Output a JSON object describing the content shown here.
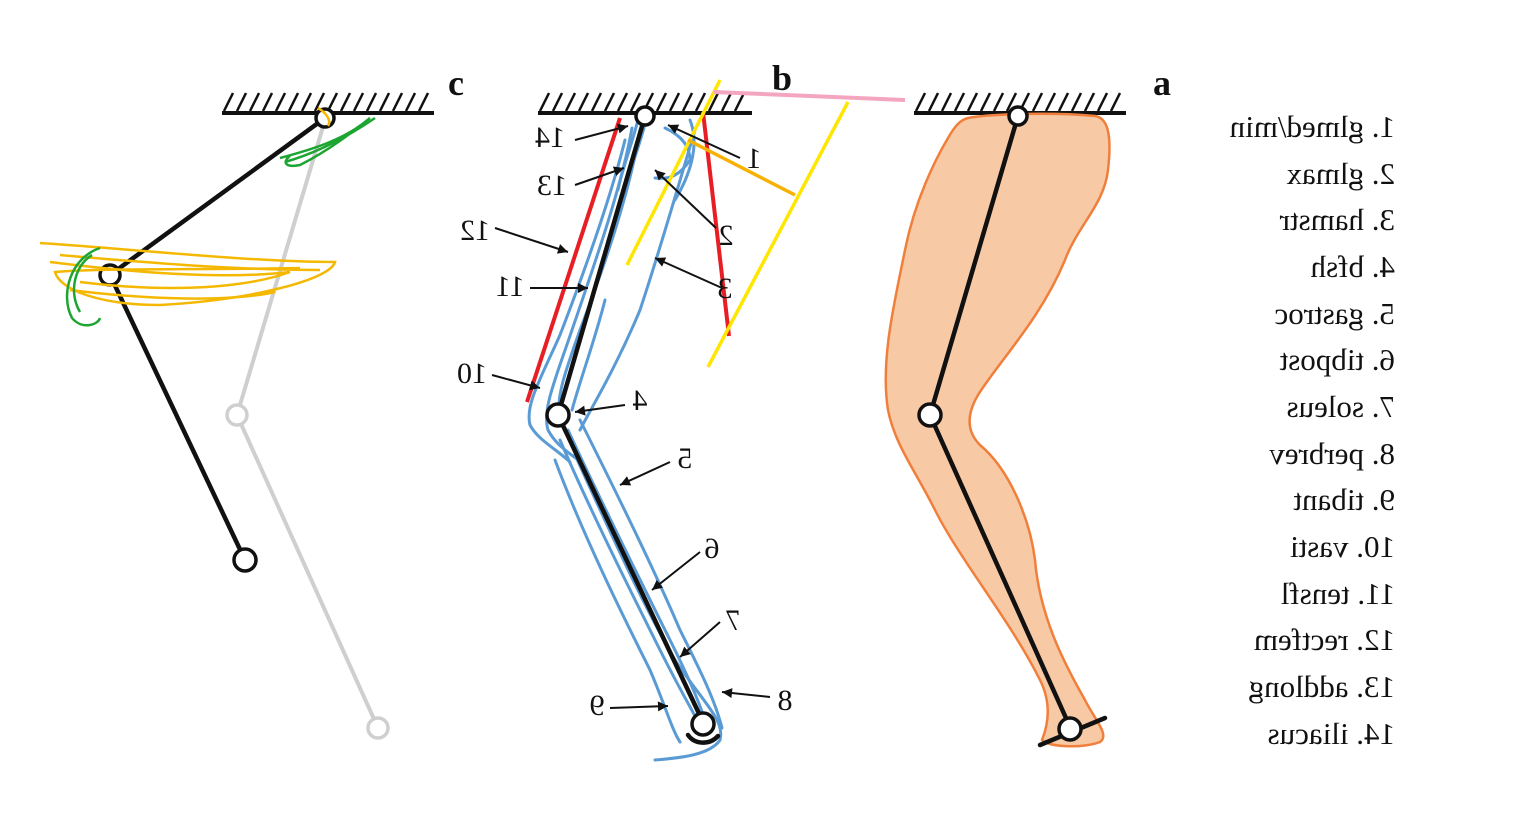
{
  "panels": {
    "a": "a",
    "b": "b",
    "c": "c"
  },
  "muscle_numbers": [
    "1",
    "2",
    "3",
    "4",
    "5",
    "6",
    "7",
    "8",
    "9",
    "10",
    "11",
    "12",
    "13",
    "14"
  ],
  "legend": [
    "1. glmed/min",
    "2. glmax",
    "3. hamstr",
    "4. bfsh",
    "5. gastroc",
    "6. tibpost",
    "7. soleus",
    "8. perbrev",
    "9. tibant",
    "10. vasti",
    "11. tensfl",
    "12. rectfem",
    "13. addlong",
    "14. iliacus"
  ],
  "colors": {
    "muscle": "#5b9bd5",
    "leg_fill": "#f8c9a5",
    "leg_outline": "#f07f3c",
    "annotation_red": "#e81e25",
    "annotation_yellow": "#ffe600",
    "annotation_orange": "#f7b100",
    "annotation_pink": "#f4a6c0",
    "scribble_green": "#1da532"
  }
}
